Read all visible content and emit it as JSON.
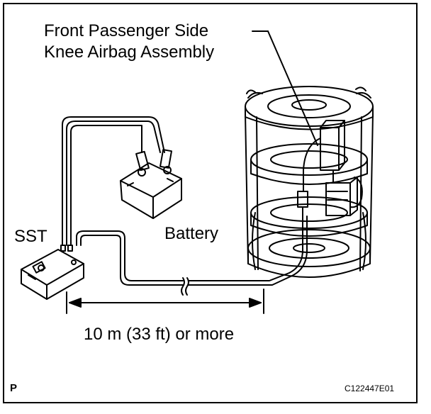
{
  "labels": {
    "airbag_line1": "Front Passenger Side",
    "airbag_line2": "Knee Airbag Assembly",
    "sst": "SST",
    "battery": "Battery",
    "distance": "10 m (33 ft) or more",
    "corner_mark": "P",
    "figure_code": "C122447E01"
  }
}
